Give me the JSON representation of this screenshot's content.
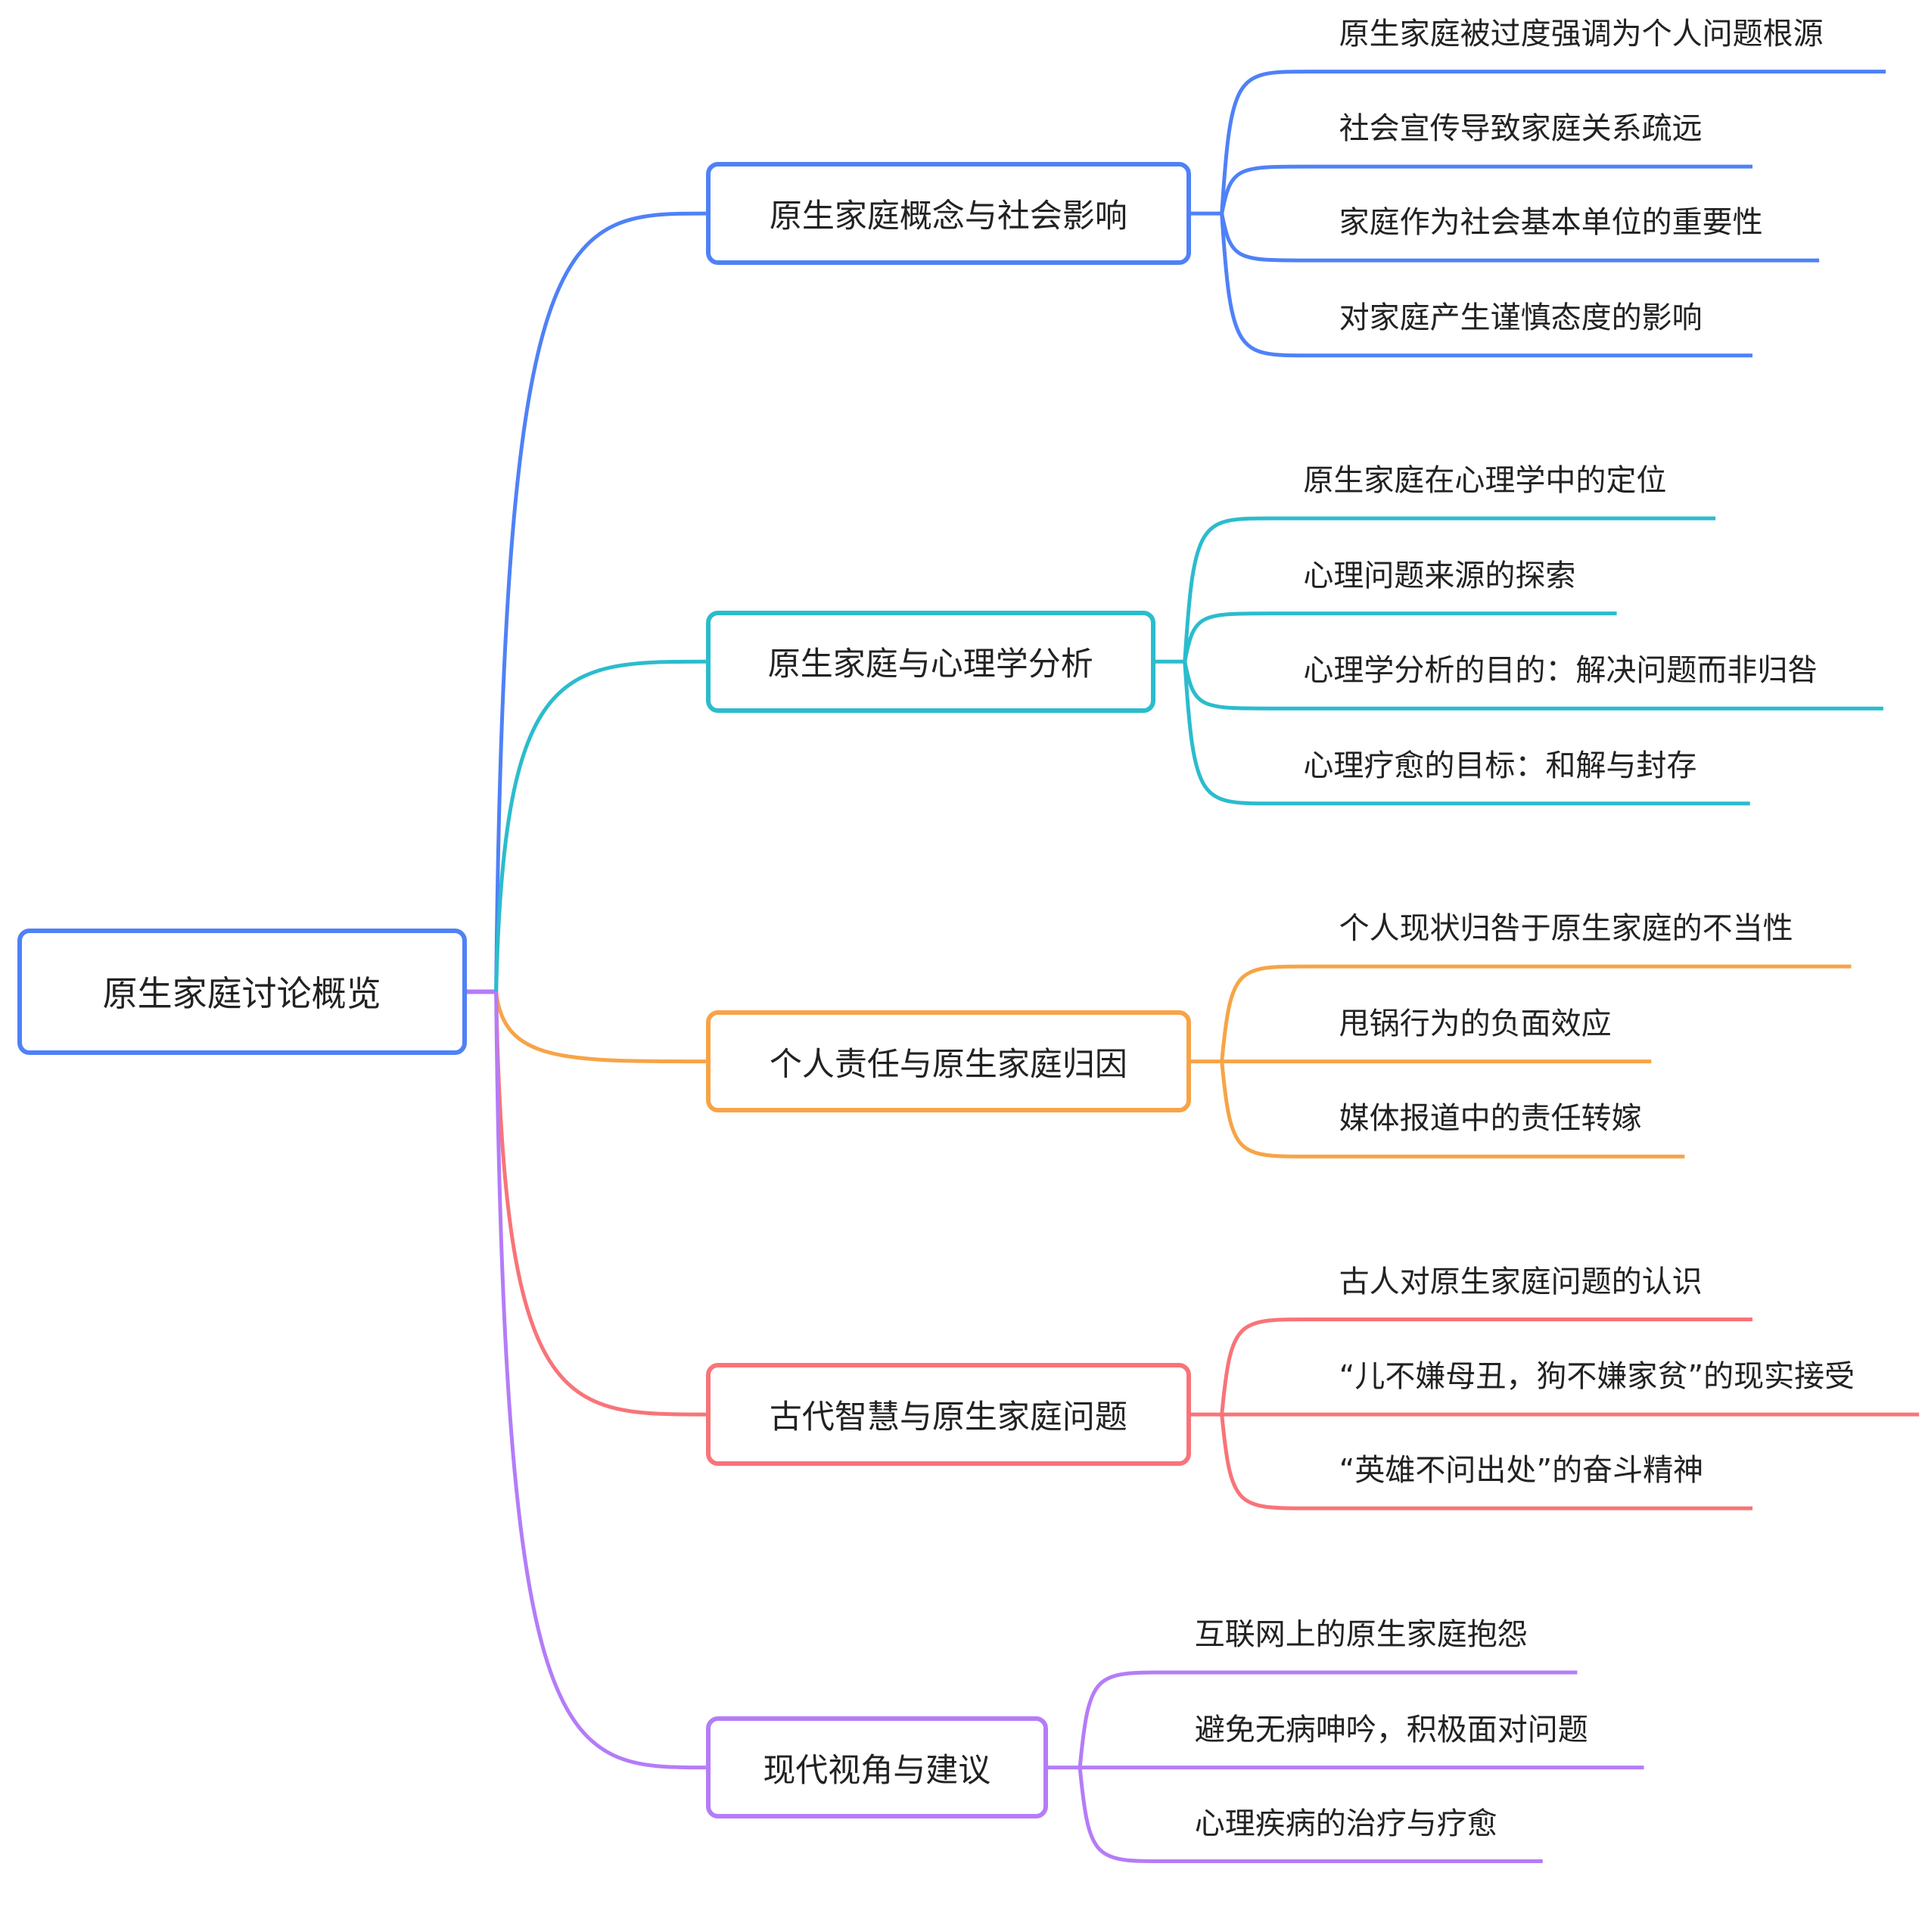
{
  "root": {
    "label": "原生家庭讨论概览",
    "color": "#4f81f7"
  },
  "branches": [
    {
      "label": "原生家庭概念与社会影响",
      "color": "#4f81f7",
      "children": [
        "原生家庭被过度强调为个人问题根源",
        "社会宣传导致家庭关系疏远",
        "家庭作为社会基本单位的重要性",
        "对家庭产生谨慎态度的影响"
      ]
    },
    {
      "label": "原生家庭与心理学分析",
      "color": "#2bbccd",
      "children": [
        "原生家庭在心理学中的定位",
        "心理问题来源的探索",
        "心理学分析的目的：解决问题而非归咎",
        "心理疗愈的目标：和解与封存"
      ]
    },
    {
      "label": "个人责任与原生家庭归因",
      "color": "#f7a447",
      "children": [
        "个人现状归咎于原生家庭的不当性",
        "甩锅行为的负面效应",
        "媒体报道中的责任转嫁"
      ]
    },
    {
      "label": "古代智慧与原生家庭问题",
      "color": "#f87479",
      "children": [
        "古人对原生家庭问题的认识",
        "“儿不嫌母丑，狗不嫌家贫”的现实接受",
        "“英雄不问出处”的奋斗精神"
      ]
    },
    {
      "label": "现代视角与建议",
      "color": "#b47cf8",
      "children": [
        "互联网上的原生家庭抱怨",
        "避免无病呻吟，积极面对问题",
        "心理疾病的治疗与疗愈"
      ]
    }
  ]
}
